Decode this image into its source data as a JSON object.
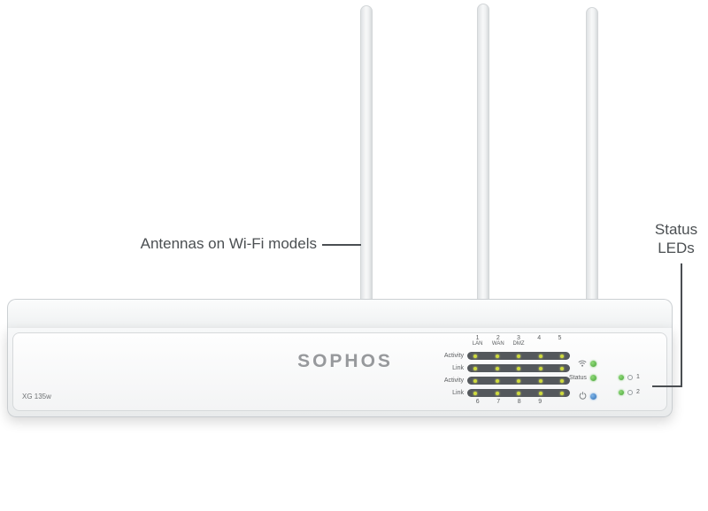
{
  "annotations": {
    "antennas": "Antennas on Wi-Fi models",
    "status_line1": "Status",
    "status_line2": "LEDs"
  },
  "device": {
    "brand": "SOPHOS",
    "model": "XG 135w",
    "panel": {
      "col_headers": [
        {
          "num": "1",
          "name": "LAN"
        },
        {
          "num": "2",
          "name": "WAN"
        },
        {
          "num": "3",
          "name": "DMZ"
        },
        {
          "num": "4",
          "name": ""
        },
        {
          "num": "5",
          "name": ""
        }
      ],
      "row_labels": [
        "Activity",
        "Link",
        "Activity",
        "Link"
      ],
      "bottom_numbers": [
        "6",
        "7",
        "8",
        "9"
      ],
      "status_label": "Status",
      "side_leds": [
        {
          "label": "1"
        },
        {
          "label": "2"
        }
      ],
      "colors": {
        "led_yellow": "#cfda3d",
        "led_green": "#49a439",
        "led_blue": "#2f6fb5",
        "bar_dark": "#54585c"
      }
    }
  }
}
